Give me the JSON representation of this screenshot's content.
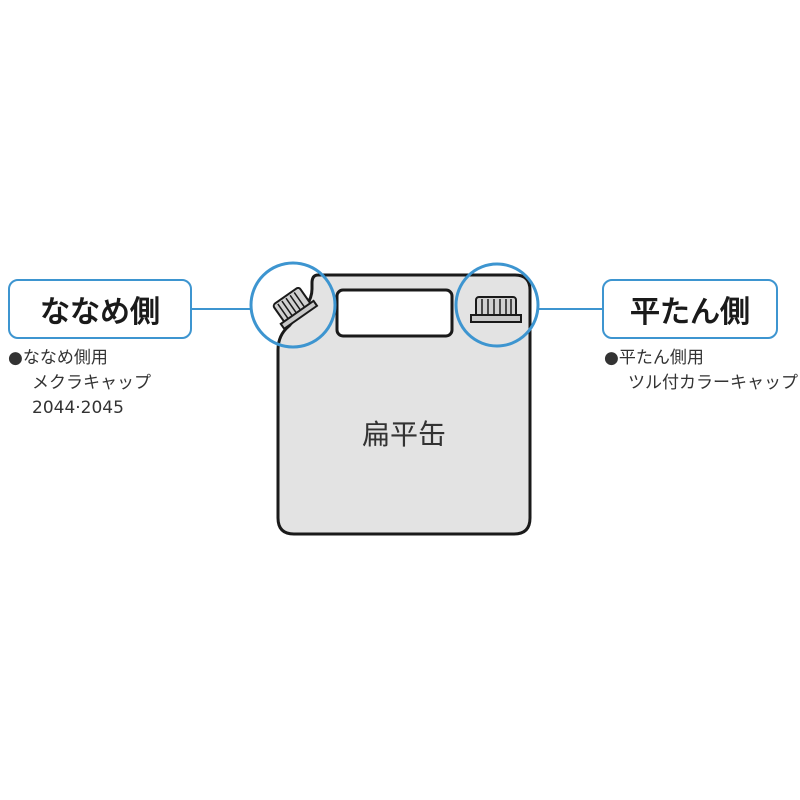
{
  "left": {
    "title": "ななめ側",
    "desc_line1": "●ななめ側用",
    "desc_line2": "メクラキャップ",
    "desc_line3": "2044·2045"
  },
  "right": {
    "title": "平たん側",
    "desc_line1": "●平たん側用",
    "desc_line2": "ツル付カラーキャップ"
  },
  "can": {
    "label": "扁平缶"
  },
  "colors": {
    "accent": "#3d95d0",
    "can_fill": "#e3e3e3",
    "outline": "#1a1a1a"
  }
}
